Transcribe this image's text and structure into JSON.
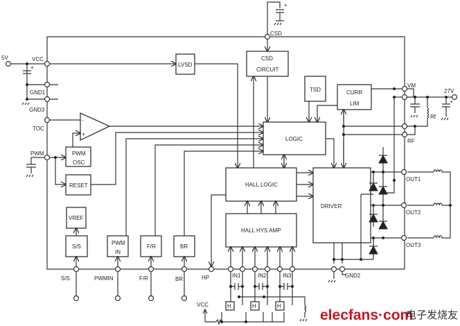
{
  "pins": {
    "v5": "5V",
    "vcc": "VCC",
    "gnd1": "GND1",
    "gnd3": "GND3",
    "toc": "TOC",
    "pwm": "PWM",
    "csd": "CSD",
    "vm": "VM",
    "v27": "27V",
    "rf": "RF",
    "rf_res": "Rf",
    "out1": "OUT1",
    "out2": "OUT2",
    "out3": "OUT3",
    "gnd2": "GND2",
    "ss": "S/S",
    "pwmin": "PWMIN",
    "fr": "F/R",
    "br": "BR",
    "hp": "HP",
    "in1": "IN1",
    "in2": "IN2",
    "in3": "IN3",
    "vcc_hall": "VCC"
  },
  "blocks": {
    "lvsd": "LVSD",
    "csd_1": "CSD",
    "csd_2": "CIRCUIT",
    "tsd": "TSD",
    "curr_1": "CURR",
    "curr_2": "LIM",
    "logic": "LOGIC",
    "pwmosc_1": "PWM",
    "pwmosc_2": "OSC",
    "reset": "RESET",
    "vref": "VREF",
    "ss": "S/S",
    "pwmin_1": "PWM",
    "pwmin_2": "IN",
    "fr": "F/R",
    "br": "BR",
    "hall_logic": "HALL LOGIC",
    "hall_hys": "HALL HYS AMP",
    "driver": "DRIVER",
    "hall": "H",
    "comp_minus": "-",
    "comp_plus": "+"
  },
  "watermark": {
    "text": "elecfans·com",
    "cn": "电子发烧友",
    "color": "#c8161d"
  }
}
